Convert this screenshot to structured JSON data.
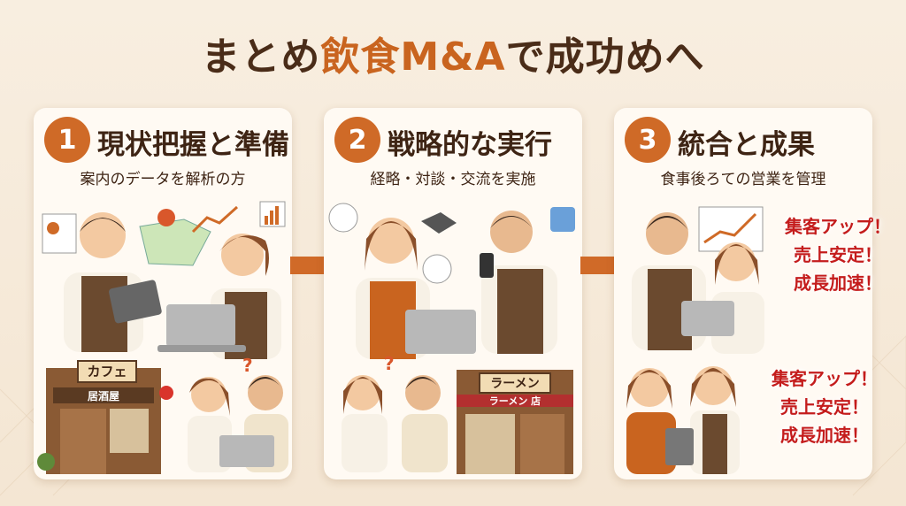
{
  "title": {
    "part1": "まとめ",
    "part2": "飲食M&A",
    "part3": "で成功めへ"
  },
  "colors": {
    "accent": "#c9641f",
    "badge": "#cf6a27",
    "slogan": "#c41c1c",
    "text": "#3e2414"
  },
  "steps": [
    {
      "number": "1",
      "title": "現状把握と準備",
      "subtitle": "案内のデータを解析の方",
      "signs": {
        "cafe": "カフェ",
        "izakaya": "居酒屋"
      }
    },
    {
      "number": "2",
      "title": "戦略的な実行",
      "subtitle": "経略・対談・交流を実施",
      "signs": {
        "ramen": "ラーメン",
        "ramen2": "ラーメン 店"
      }
    },
    {
      "number": "3",
      "title": "統合と成果",
      "subtitle": "食事後ろての営業を管理",
      "slogans": [
        "集客アップ！",
        "売上安定！",
        "成長加速！"
      ]
    }
  ]
}
